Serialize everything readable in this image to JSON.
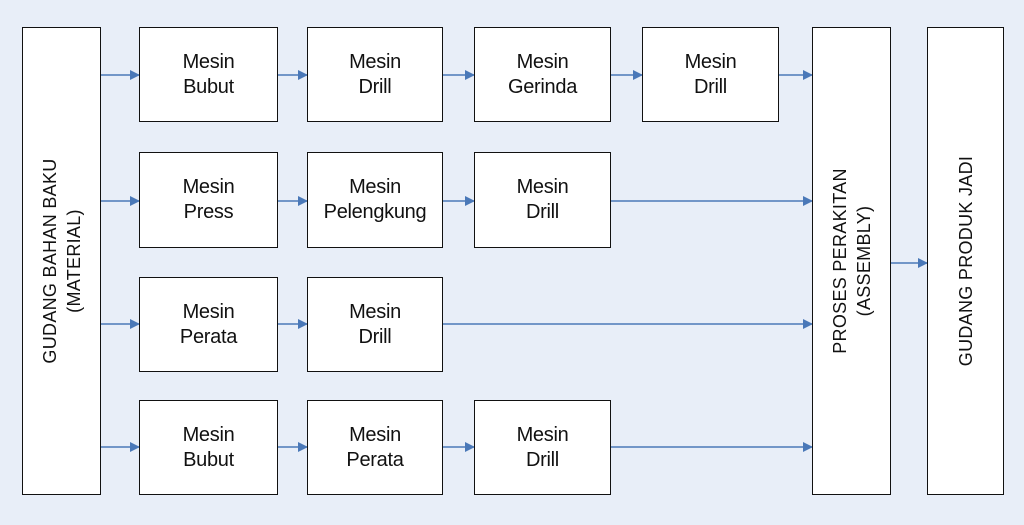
{
  "colors": {
    "background": "#e8eef8",
    "box_fill": "#ffffff",
    "box_border": "#111111",
    "arrow": "#4a78b8",
    "text": "#111111"
  },
  "gudang_bahan_baku": {
    "line1": "GUDANG BAHAN BAKU",
    "line2": "(MATERIAL)"
  },
  "proses_perakitan": {
    "line1": "PROSES PERAKITAN",
    "line2": "(ASSEMBLY)"
  },
  "gudang_produk_jadi": {
    "line1": "GUDANG PRODUK JADI"
  },
  "rows": [
    {
      "machines": [
        {
          "line1": "Mesin",
          "line2": "Bubut"
        },
        {
          "line1": "Mesin",
          "line2": "Drill"
        },
        {
          "line1": "Mesin",
          "line2": "Gerinda"
        },
        {
          "line1": "Mesin",
          "line2": "Drill"
        }
      ]
    },
    {
      "machines": [
        {
          "line1": "Mesin",
          "line2": "Press"
        },
        {
          "line1": "Mesin",
          "line2": "Pelengkung"
        },
        {
          "line1": "Mesin",
          "line2": "Drill"
        }
      ]
    },
    {
      "machines": [
        {
          "line1": "Mesin",
          "line2": "Perata"
        },
        {
          "line1": "Mesin",
          "line2": "Drill"
        }
      ]
    },
    {
      "machines": [
        {
          "line1": "Mesin",
          "line2": "Bubut"
        },
        {
          "line1": "Mesin",
          "line2": "Perata"
        },
        {
          "line1": "Mesin",
          "line2": "Drill"
        }
      ]
    }
  ]
}
